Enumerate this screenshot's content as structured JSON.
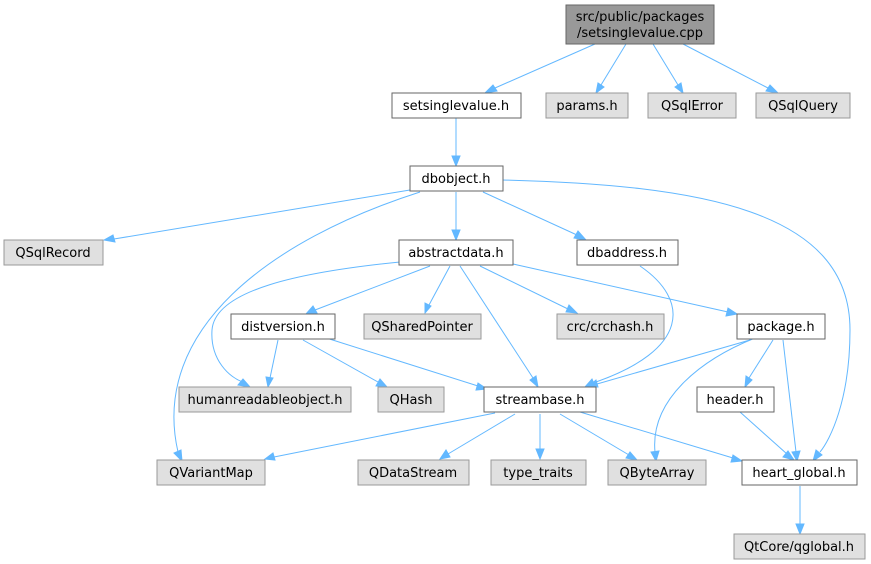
{
  "graph": {
    "root": {
      "line1": "src/public/packages",
      "line2": "/setsinglevalue.cpp"
    },
    "nodes": {
      "setsinglevalue": "setsinglevalue.h",
      "params": "params.h",
      "qsqlerror": "QSqlError",
      "qsqlquery": "QSqlQuery",
      "dbobject": "dbobject.h",
      "qsqlrecord": "QSqlRecord",
      "abstractdata": "abstractdata.h",
      "dbaddress": "dbaddress.h",
      "distversion": "distversion.h",
      "qsharedpointer": "QSharedPointer",
      "crchash": "crc/crchash.h",
      "package": "package.h",
      "humanreadable": "humanreadableobject.h",
      "qhash": "QHash",
      "streambase": "streambase.h",
      "header": "header.h",
      "qvariantmap": "QVariantMap",
      "qdatastream": "QDataStream",
      "typetraits": "type_traits",
      "qbytearray": "QByteArray",
      "heartglobal": "heart_global.h",
      "qtcoreqglobal": "QtCore/qglobal.h"
    }
  },
  "colors": {
    "edge": "#63b8ff",
    "root_fill": "#999999",
    "local_fill": "#ffffff",
    "external_fill": "#e0e0e0"
  }
}
